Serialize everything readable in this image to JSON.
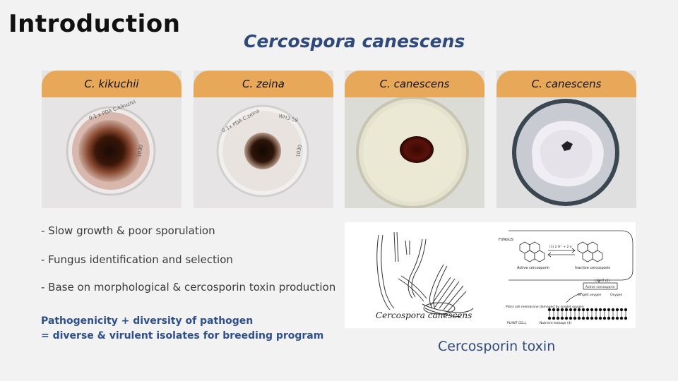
{
  "slide": {
    "title": "Introduction",
    "subtitle": "Cercospora canescens"
  },
  "cards": [
    {
      "label": "C. kikuchii"
    },
    {
      "label": "C. zeina"
    },
    {
      "label": "C. canescens"
    },
    {
      "label": "C. canescens"
    }
  ],
  "bullets": [
    "- Slow growth & poor sporulation",
    "- Fungus identification and selection",
    "- Base on morphological & cercosporin toxin production"
  ],
  "summary": {
    "line1": "Pathogenicity + diversity of pathogen",
    "line2": "= diverse & virulent isolates for breeding program"
  },
  "figure": {
    "drawing_label": "Cercospora canescens",
    "scheme_title": "FUNGUS",
    "active_label": "Active cercosporin",
    "inactive_label": "Inactive cercosporin",
    "reaction_label": "(1) 2 H⁺ + 2 e⁻",
    "light_label": "LIGHT (2)",
    "active_box": "Active cercosporin",
    "singlet_label": "Singlet oxygen",
    "oxygen_label": "Oxygen",
    "membrane_label": "Plant cell membrane damaged by singlet oxygen",
    "plant_cell_label": "PLANT CELL",
    "leakage_label": "Nutrient leakage (4)",
    "caption": "Cercosporin toxin"
  },
  "colors": {
    "tab": "#e8a85a",
    "accent_blue": "#2f4a7a",
    "summary_blue": "#2e4f8c"
  }
}
